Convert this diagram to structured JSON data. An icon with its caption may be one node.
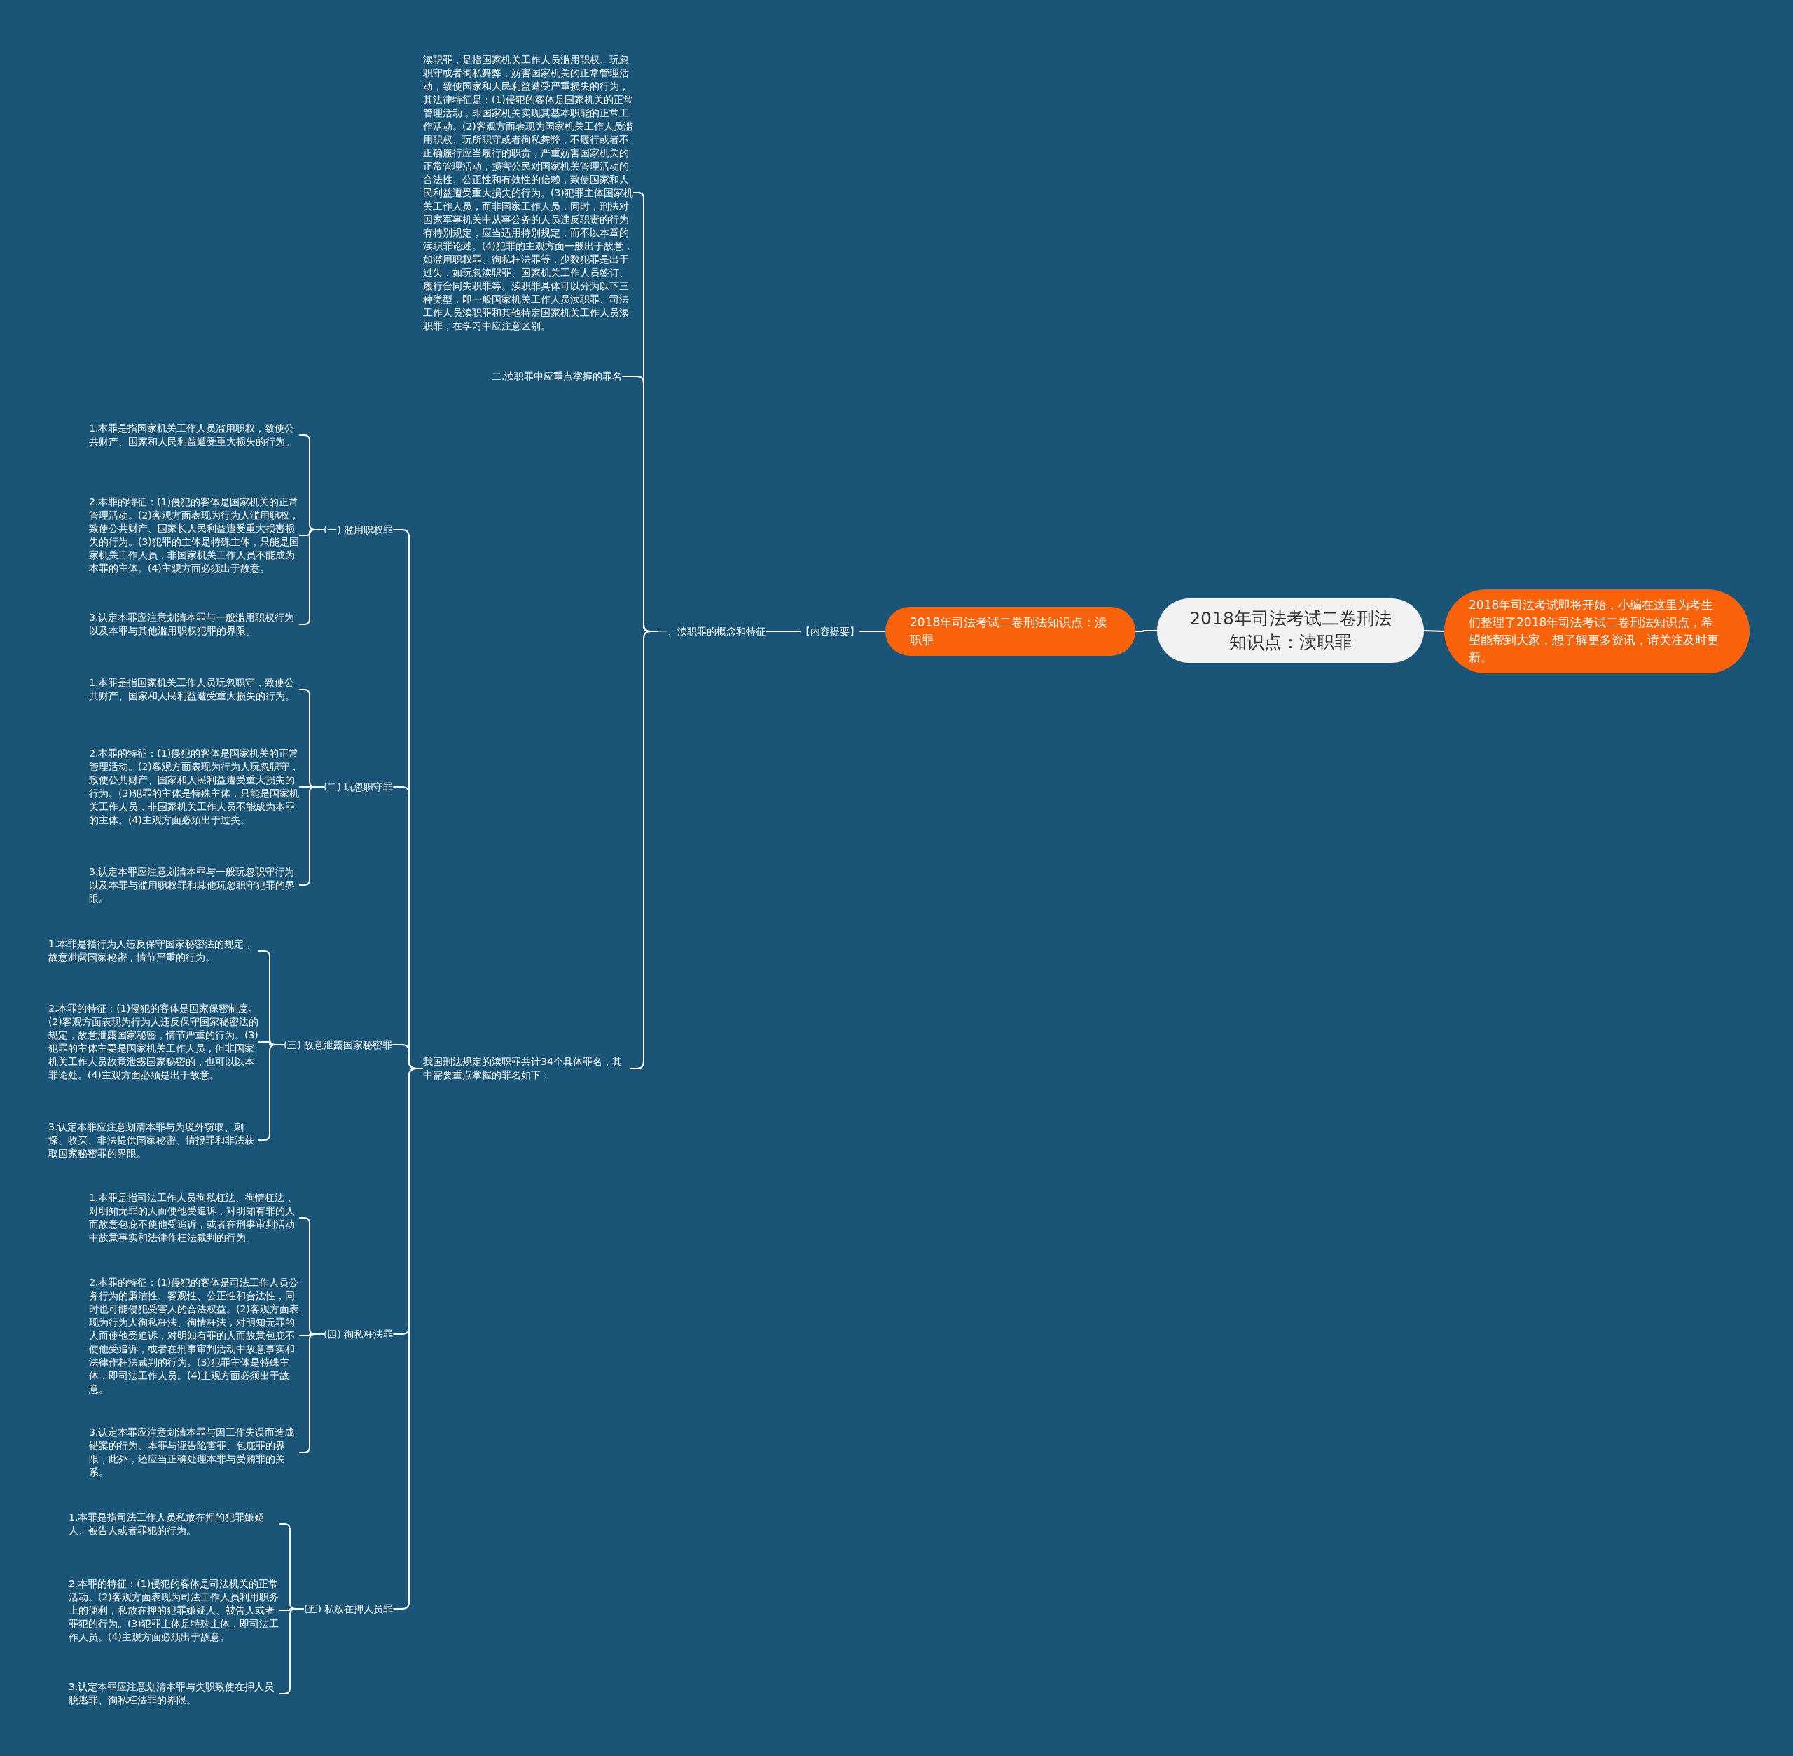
{
  "diagram": {
    "nodes": [
      {
        "text": [
          "2018年司法考试二卷刑法知识点：渎职罪"
        ]
      },
      {
        "text": [
          "2018年司法考试即将开始，小编在这里为考生们整理了2018年司法考试二卷刑法知识点，希望能帮到大家，想了解更多资讯，请关注及时更新。"
        ]
      },
      {
        "text": [
          "2018年司法考试二卷刑法知识点：渎职罪"
        ]
      },
      {
        "text": [
          "【内容提要】"
        ]
      },
      {
        "text": [
          "一、渎职罪的概念和特征"
        ]
      },
      {
        "text": [
          "渎职罪，是指国家机关工作人员滥用职权、玩忽职守或者徇私舞弊，妨害国家机关的正常管理活动，致使国家和人民利益遭受严重损失的行为，其法律特征是：(1)侵犯的客体是国家机关的正常管理活动，即国家机关实现其基本职能的正常工作活动。(2)客观方面表现为国家机关工作人员滥用职权、玩所职守或者徇私舞弊，不履行或者不正确履行应当履行的职责，严重妨害国家机关的正常管理活动，损害公民对国家机关管理活动的合法性、公正性和有效性的信赖，致使国家和人民利益遭受重大损失的行为。(3)犯罪主体国家机关工作人员，而非国家工作人员，同时，刑法对国家军事机关中从事公务的人员违反职责的行为有特别规定，应当适用特别规定，而不以本章的渎职罪论述。(4)犯罪的主观方面一般出于故意，如滥用职权罪、徇私枉法罪等，少数犯罪是出于过失，如玩忽渎职罪、国家机关工作人员签订、履行合同失职罪等。渎职罪具体可以分为以下三种类型，即一般国家机关工作人员渎职罪、司法工作人员渎职罪和其他特定国家机关工作人员渎职罪，在学习中应注意区别。"
        ]
      },
      {
        "text": [
          "二.渎职罪中应重点掌握的罪名"
        ]
      },
      {
        "text": [
          "我国刑法规定的渎职罪共计34个具体罪名，其中需要重点掌握的罪名如下："
        ]
      },
      {
        "text": [
          "(一) 滥用职权罪"
        ]
      },
      {
        "text": [
          "1.本罪是指国家机关工作人员滥用职权，致使公共财产、国家和人民利益遭受重大损失的行为。"
        ]
      },
      {
        "text": [
          "2.本罪的特征：(1)侵犯的客体是国家机关的正常管理活动。(2)客观方面表现为行为人滥用职权，致使公共财产、国家长人民利益遭受重大损害损失的行为。(3)犯罪的主体是特殊主体，只能是国家机关工作人员，非国家机关工作人员不能成为本罪的主体。(4)主观方面必须出于故意。"
        ]
      },
      {
        "text": [
          "3.认定本罪应注意划清本罪与一般滥用职权行为以及本罪与其他滥用职权犯罪的界限。"
        ]
      },
      {
        "text": [
          "(二) 玩忽职守罪"
        ]
      },
      {
        "text": [
          "1.本罪是指国家机关工作人员玩忽职守，致使公共财产、国家和人民利益遭受重大损失的行为。"
        ]
      },
      {
        "text": [
          "2.本罪的特征：(1)侵犯的客体是国家机关的正常管理活动。(2)客观方面表现为行为人玩忽职守，致使公共财产、国家和人民利益遭受重大损失的行为。(3)犯罪的主体是特殊主体，只能是国家机关工作人员，非国家机关工作人员不能成为本罪的主体。(4)主观方面必须出于过失。"
        ]
      },
      {
        "text": [
          "3.认定本罪应注意划清本罪与一般玩忽职守行为以及本罪与滥用职权罪和其他玩忽职守犯罪的界限。"
        ]
      },
      {
        "text": [
          "(三) 故意泄露国家秘密罪"
        ]
      },
      {
        "text": [
          "1.本罪是指行为人违反保守国家秘密法的规定，故意泄露国家秘密，情节严重的行为。"
        ]
      },
      {
        "text": [
          "2.本罪的特征：(1)侵犯的客体是国家保密制度。(2)客观方面表现为行为人违反保守国家秘密法的规定，故意泄露国家秘密，情节严重的行为。(3)犯罪的主体主要是国家机关工作人员，但非国家机关工作人员故意泄露国家秘密的，也可以以本罪论处。(4)主观方面必须是出于故意。"
        ]
      },
      {
        "text": [
          "3.认定本罪应注意划清本罪与为境外窃取、刺探、收买、非法提供国家秘密、情报罪和非法获取国家秘密罪的界限。"
        ]
      },
      {
        "text": [
          "(四) 徇私枉法罪"
        ]
      },
      {
        "text": [
          "1.本罪是指司法工作人员徇私枉法、徇情枉法，对明知无罪的人而使他受追诉，对明知有罪的人而故意包庇不使他受追诉，或者在刑事审判活动中故意事实和法律作枉法裁判的行为。"
        ]
      },
      {
        "text": [
          "2.本罪的特征：(1)侵犯的客体是司法工作人员公务行为的廉洁性、客观性、公正性和合法性，同时也可能侵犯受害人的合法权益。(2)客观方面表现为行为人徇私枉法、徇情枉法，对明知无罪的人而使他受追诉，对明知有罪的人而故意包庇不使他受追诉，或者在刑事审判活动中故意事实和法律作枉法裁判的行为。(3)犯罪主体是特殊主体，即司法工作人员。(4)主观方面必须出于故意。"
        ]
      },
      {
        "text": [
          "3.认定本罪应注意划清本罪与因工作失误而造成错案的行为、本罪与诬告陷害罪、包庇罪的界限，此外，还应当正确处理本罪与受贿罪的关系。"
        ]
      },
      {
        "text": [
          "(五) 私放在押人员罪"
        ]
      },
      {
        "text": [
          "1.本罪是指司法工作人员私放在押的犯罪嫌疑人、被告人或者罪犯的行为。"
        ]
      },
      {
        "text": [
          "2.本罪的特征：(1)侵犯的客体是司法机关的正常活动。(2)客观方面表现为司法工作人员利用职务上的便利，私放在押的犯罪嫌疑人、被告人或者罪犯的行为。(3)犯罪主体是特殊主体，即司法工作人员。(4)主观方面必须出于故意。"
        ]
      },
      {
        "text": [
          "3.认定本罪应注意划清本罪与失职致使在押人员脱逃罪、徇私枉法罪的界限。"
        ]
      }
    ],
    "edges": [
      {
        "from": 0,
        "to": 1,
        "arrow": "none"
      },
      {
        "from": 0,
        "to": 2,
        "arrow": "none"
      },
      {
        "from": 2,
        "to": 3,
        "arrow": "none"
      },
      {
        "from": 3,
        "to": 4,
        "arrow": "none"
      },
      {
        "from": 4,
        "to": 5,
        "arrow": "none"
      },
      {
        "from": 4,
        "to": 6,
        "arrow": "none"
      },
      {
        "from": 4,
        "to": 7,
        "arrow": "none"
      },
      {
        "from": 7,
        "to": 8,
        "arrow": "none"
      },
      {
        "from": 7,
        "to": 12,
        "arrow": "none"
      },
      {
        "from": 7,
        "to": 16,
        "arrow": "none"
      },
      {
        "from": 7,
        "to": 20,
        "arrow": "none"
      },
      {
        "from": 7,
        "to": 24,
        "arrow": "none"
      },
      {
        "from": 8,
        "to": 9,
        "arrow": "none"
      },
      {
        "from": 8,
        "to": 10,
        "arrow": "none"
      },
      {
        "from": 8,
        "to": 11,
        "arrow": "none"
      },
      {
        "from": 12,
        "to": 13,
        "arrow": "none"
      },
      {
        "from": 12,
        "to": 14,
        "arrow": "none"
      },
      {
        "from": 12,
        "to": 15,
        "arrow": "none"
      },
      {
        "from": 16,
        "to": 17,
        "arrow": "none"
      },
      {
        "from": 16,
        "to": 18,
        "arrow": "none"
      },
      {
        "from": 16,
        "to": 19,
        "arrow": "none"
      },
      {
        "from": 20,
        "to": 21,
        "arrow": "none"
      },
      {
        "from": 20,
        "to": 22,
        "arrow": "none"
      },
      {
        "from": 20,
        "to": 23,
        "arrow": "none"
      },
      {
        "from": 24,
        "to": 25,
        "arrow": "none"
      },
      {
        "from": 24,
        "to": 26,
        "arrow": "none"
      },
      {
        "from": 24,
        "to": 27,
        "arrow": "none"
      }
    ]
  }
}
